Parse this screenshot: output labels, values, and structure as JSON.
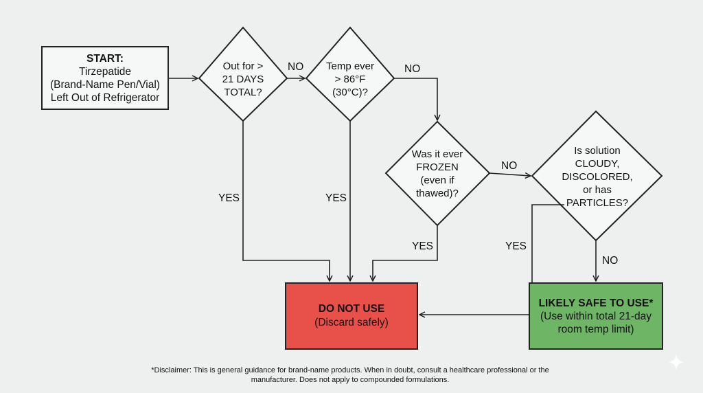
{
  "start": {
    "title": "START:",
    "line1": "Tirzepatide",
    "line2": "(Brand-Name Pen/Vial)",
    "line3": "Left Out of Refrigerator"
  },
  "decisions": {
    "days": {
      "line1": "Out for >",
      "line2": "21 DAYS",
      "line3": "TOTAL?"
    },
    "temp": {
      "line1": "Temp ever",
      "line2": "> 86°F",
      "line3": "(30°C)?"
    },
    "frozen": {
      "line1": "Was it ever",
      "line2": "FROZEN",
      "line3": "(even if",
      "line4": "thawed)?"
    },
    "solution": {
      "line1": "Is solution",
      "line2": "CLOUDY,",
      "line3": "DISCOLORED,",
      "line4": "or has",
      "line5": "PARTICLES?"
    }
  },
  "labels": {
    "no": "NO",
    "yes": "YES"
  },
  "outcomes": {
    "discard": {
      "title": "DO NOT USE",
      "subtitle": "(Discard safely)"
    },
    "safe": {
      "title": "LIKELY SAFE TO USE*",
      "line2": "(Use within total 21-day",
      "line3": "room temp limit)"
    }
  },
  "disclaimer": {
    "line1": "*Disclaimer: This is general guidance for brand-name products. When in doubt, consult a healthcare professional or the",
    "line2": "manufacturer. Does not apply to compounded formulations."
  },
  "colors": {
    "discard": "#e8504a",
    "safe": "#6eb666",
    "background": "#eef0f0",
    "stroke": "#222222"
  },
  "icons": {
    "watermark": "sparkle-icon"
  }
}
